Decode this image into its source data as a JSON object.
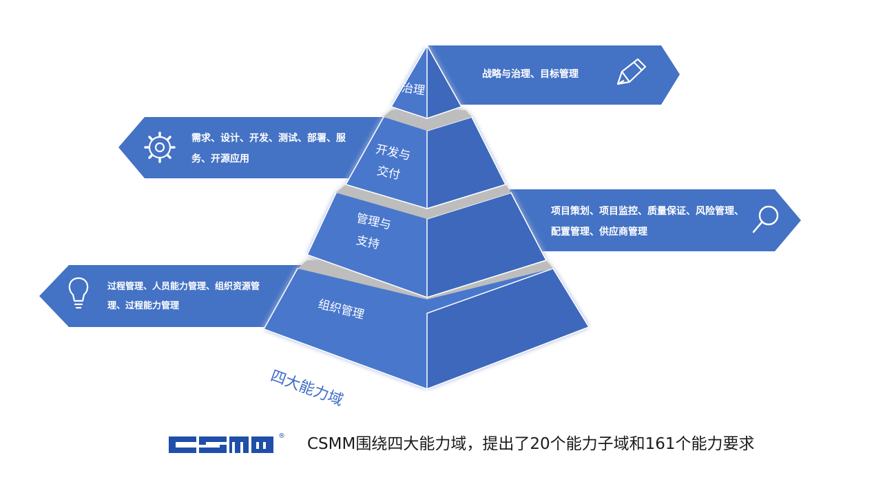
{
  "pyramid": {
    "domains_label": "四大能力域",
    "tiers": [
      {
        "label": "治理"
      },
      {
        "label_line1": "开发与",
        "label_line2": "交付"
      },
      {
        "label_line1": "管理与",
        "label_line2": "支持"
      },
      {
        "label": "组织管理"
      }
    ]
  },
  "arrows": [
    {
      "text": "战略与治理、目标管理",
      "icon": "pencil-icon"
    },
    {
      "text": "需求、设计、开发、测试、部署、服务、开源应用",
      "icon": "gear-icon"
    },
    {
      "text": "项目策划、项目监控、质量保证、风险管理、配置管理、供应商管理",
      "icon": "magnifier-icon"
    },
    {
      "text": "过程管理、人员能力管理、组织资源管理、过程能力管理",
      "icon": "lightbulb-icon"
    }
  ],
  "footer": {
    "text": "CSMM围绕四大能力域，提出了20个能力子域和161个能力要求",
    "registered_mark": "®"
  },
  "colors": {
    "primary_blue": "#4472c4",
    "light_face": "#5a86d6",
    "dark_face": "#3d67bc",
    "gap_gray": "#bdbdbd",
    "logo_blue": "#1f4fa8"
  }
}
